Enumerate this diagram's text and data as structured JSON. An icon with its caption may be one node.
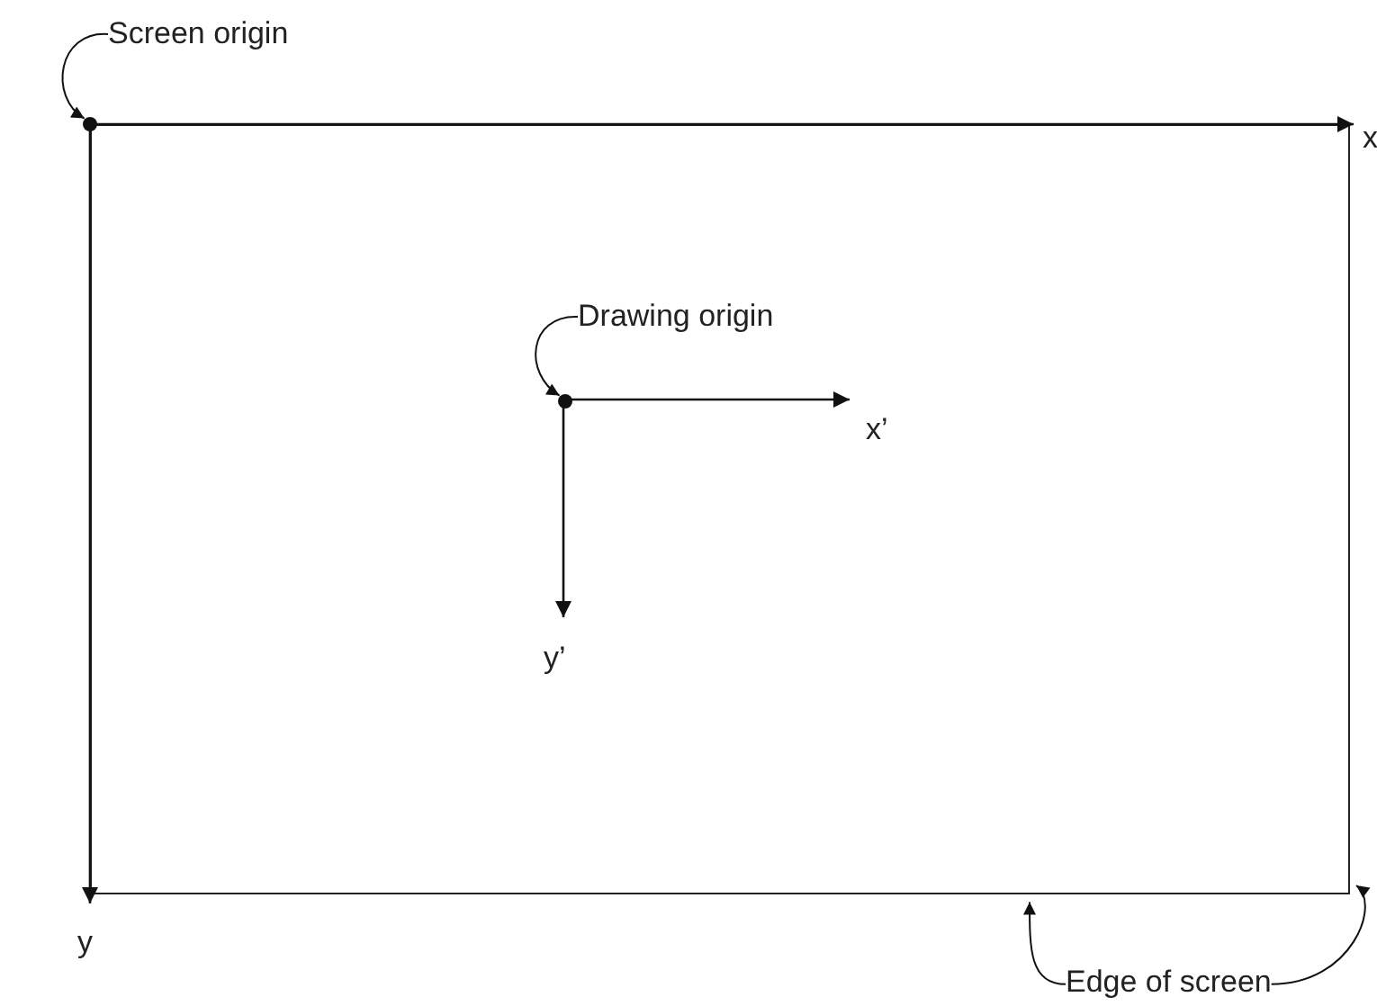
{
  "diagram": {
    "nodes": [
      {
        "text": [
          "Screen origin"
        ]
      },
      {
        "text": [],
        "shape": "circle"
      },
      {
        "text": [],
        "shape": "box"
      },
      {
        "text": [
          "Drawing origin"
        ],
        "in": 2
      },
      {
        "text": [],
        "shape": "circle",
        "in": 2
      },
      {
        "text": [
          "Edge of screen"
        ]
      }
    ],
    "edges": [
      {
        "from": 0,
        "to": 1,
        "arrow": "to"
      },
      {
        "from": 3,
        "to": 4,
        "arrow": "to"
      },
      {
        "from": 5,
        "to": 2,
        "arrow": "to"
      },
      {
        "from": 5,
        "to": 2,
        "arrow": "to"
      }
    ],
    "labels": [
      "x",
      "x’",
      "y’",
      "y"
    ]
  }
}
